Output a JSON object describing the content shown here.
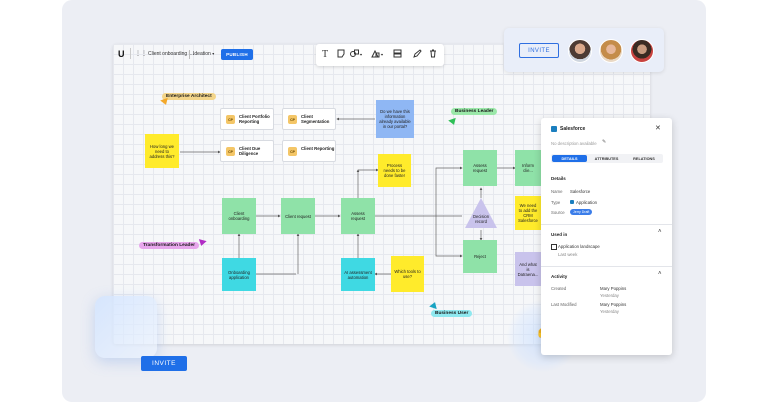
{
  "toolbar": {
    "logo": "U",
    "doc_title": "Client onboarding l...",
    "mode": "Ideation",
    "publish_label": "PUBLISH"
  },
  "canvas": {
    "tags": {
      "enterprise_architect": "Enterprise Architect",
      "business_leader": "Business Leader",
      "transformation_leader": "Transformation Leader",
      "business_user": "Business User"
    },
    "cards": [
      {
        "code": "CP",
        "title": "Client Portfolio Reporting"
      },
      {
        "code": "CP",
        "title": "Client Segmentation"
      },
      {
        "code": "CP",
        "title": "Client Due Diligence"
      },
      {
        "code": "CP",
        "title": "Client Reporting"
      }
    ],
    "stickies": {
      "how_long": "How long we need to address this?",
      "info_available": "Do we have this information already available in our portal?",
      "process_faster": "Process needs to be done faster",
      "which_tools": "Which tools to use?",
      "need_to_add": "We need to add the CRM Salesforce",
      "and_what": "And what is Datraena...",
      "client_onboarding": "Client onboarding",
      "client_request": "Client request",
      "assess_request_1": "Assess request",
      "assess_request_2": "Assess request",
      "inform": "Inform clie...",
      "reject": "Reject",
      "onboarding_application": "Onboarding application",
      "ai_assessment": "AI assessment automation",
      "decision_record": "Decision record"
    }
  },
  "panel": {
    "title": "Salesforce",
    "subtitle": "No description available",
    "tabs": [
      "DETAILS",
      "ATTRIBUTES",
      "RELATIONS"
    ],
    "details_heading": "Details",
    "name_label": "Name",
    "name_value": "Salesforce",
    "type_label": "Type",
    "type_value": "Application",
    "source_label": "Source",
    "source_value": "Jerry Draft",
    "used_in_heading": "Used in",
    "used_in_item": "Application landscape",
    "used_in_time": "Last week",
    "activity_heading": "Activity",
    "created_label": "Created",
    "created_user": "Mary Poppins",
    "created_time": "Yesterday",
    "modified_label": "Last Modified",
    "modified_user": "Mary Poppins",
    "modified_time": "Yesterday"
  },
  "invite": {
    "top_label": "INVITE",
    "bottom_label": "INVITE"
  },
  "colors": {
    "accent": "#1f6fe8",
    "sticky_yellow": "#ffeb2b",
    "sticky_green": "#8fe2a8",
    "sticky_cyan": "#3fd9e3",
    "sticky_blue": "#8fb7f4",
    "sticky_purple": "#c9c3ec"
  }
}
